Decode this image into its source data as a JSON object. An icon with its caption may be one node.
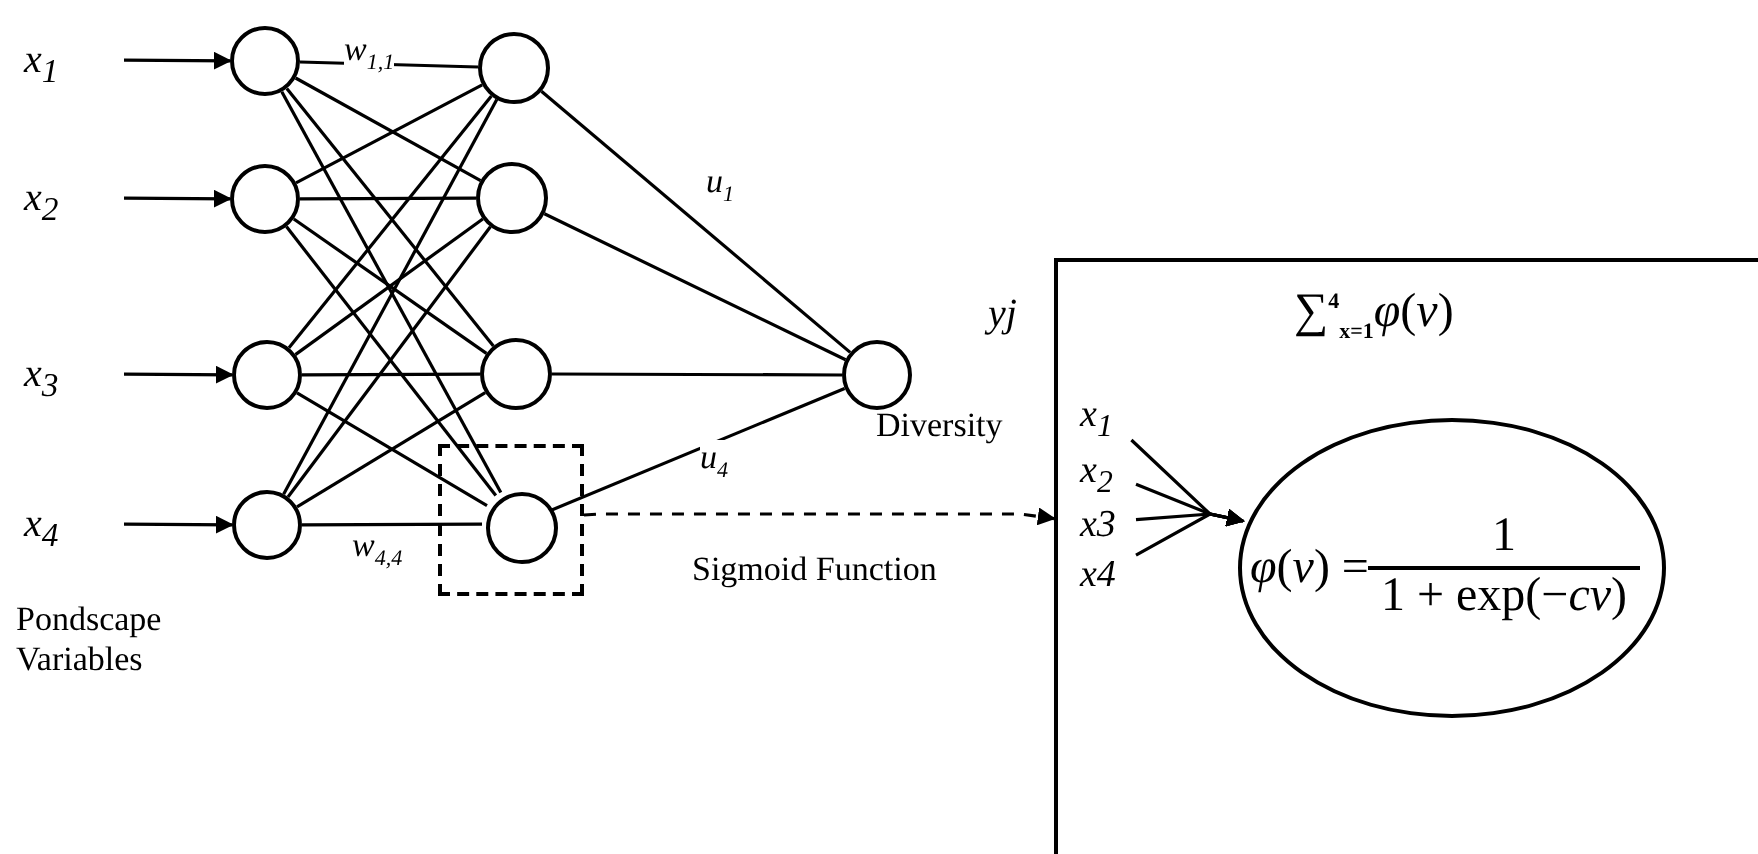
{
  "diagram": {
    "nodes": [
      {
        "text": [
          "x$_{1}$"
        ]
      },
      {
        "text": [
          "x$_{2}$"
        ]
      },
      {
        "text": [
          "x$_{3}$"
        ]
      },
      {
        "text": [
          "x$_{4}$"
        ]
      },
      {
        "text": [],
        "shape": "circle"
      },
      {
        "text": [],
        "shape": "circle"
      },
      {
        "text": [],
        "shape": "circle"
      },
      {
        "text": [],
        "shape": "circle"
      },
      {
        "text": [],
        "shape": "circle"
      },
      {
        "text": [],
        "shape": "circle"
      },
      {
        "text": [],
        "shape": "circle"
      },
      {
        "text": [],
        "shape": "box"
      },
      {
        "text": [],
        "shape": "circle",
        "in": 11
      },
      {
        "text": [],
        "shape": "circle",
        "beside": [
          "Diversity"
        ]
      },
      {
        "text": [
          "∑$^{4}$$_{x=1}$*φ*(*v*)"
        ]
      },
      {
        "text": [
          "x$_{1}$"
        ],
        "in": 14
      },
      {
        "text": [
          "x$_{2}$"
        ],
        "in": 14
      },
      {
        "text": [
          "x3"
        ],
        "in": 14
      },
      {
        "text": [
          "x4"
        ],
        "in": 14
      },
      {
        "text": [
          "*φ*(*v*) =",
          "1",
          "1 + exp(−*cv*)"
        ],
        "in": 14
      }
    ],
    "edges": [
      {
        "from": 0,
        "to": 4,
        "arrow": "to"
      },
      {
        "from": 1,
        "to": 5,
        "arrow": "to"
      },
      {
        "from": 2,
        "to": 6,
        "arrow": "to"
      },
      {
        "from": 3,
        "to": 7,
        "arrow": "to"
      },
      {
        "from": 4,
        "to": 8,
        "arrow": "none",
        "label": "w$_{1,1}$"
      },
      {
        "from": 4,
        "to": 9,
        "arrow": "none"
      },
      {
        "from": 4,
        "to": 10,
        "arrow": "none"
      },
      {
        "from": 4,
        "to": 12,
        "arrow": "none"
      },
      {
        "from": 5,
        "to": 8,
        "arrow": "none"
      },
      {
        "from": 5,
        "to": 9,
        "arrow": "none"
      },
      {
        "from": 5,
        "to": 10,
        "arrow": "none"
      },
      {
        "from": 5,
        "to": 12,
        "arrow": "none"
      },
      {
        "from": 6,
        "to": 8,
        "arrow": "none"
      },
      {
        "from": 6,
        "to": 9,
        "arrow": "none"
      },
      {
        "from": 6,
        "to": 10,
        "arrow": "none"
      },
      {
        "from": 6,
        "to": 12,
        "arrow": "none"
      },
      {
        "from": 7,
        "to": 8,
        "arrow": "none"
      },
      {
        "from": 7,
        "to": 9,
        "arrow": "none"
      },
      {
        "from": 7,
        "to": 10,
        "arrow": "none"
      },
      {
        "from": 7,
        "to": 12,
        "arrow": "none",
        "label": "w$_{4,4}$"
      },
      {
        "from": 8,
        "to": 13,
        "arrow": "none",
        "label": "u$_{1}$"
      },
      {
        "from": 9,
        "to": 13,
        "arrow": "none"
      },
      {
        "from": 10,
        "to": 13,
        "arrow": "none"
      },
      {
        "from": 12,
        "to": 13,
        "arrow": "none",
        "label": "u$_{4}$"
      },
      {
        "from": 11,
        "to": 14,
        "arrow": "to",
        "style": "dashed",
        "label": "Sigmoid Function"
      },
      {
        "from": 15,
        "to": 19,
        "arrow": "to"
      },
      {
        "from": 16,
        "to": 19,
        "arrow": "to"
      },
      {
        "from": 17,
        "to": 19,
        "arrow": "to"
      },
      {
        "from": 18,
        "to": 19,
        "arrow": "to"
      }
    ],
    "labels": [
      "yj",
      "Pondscape Variables"
    ]
  }
}
